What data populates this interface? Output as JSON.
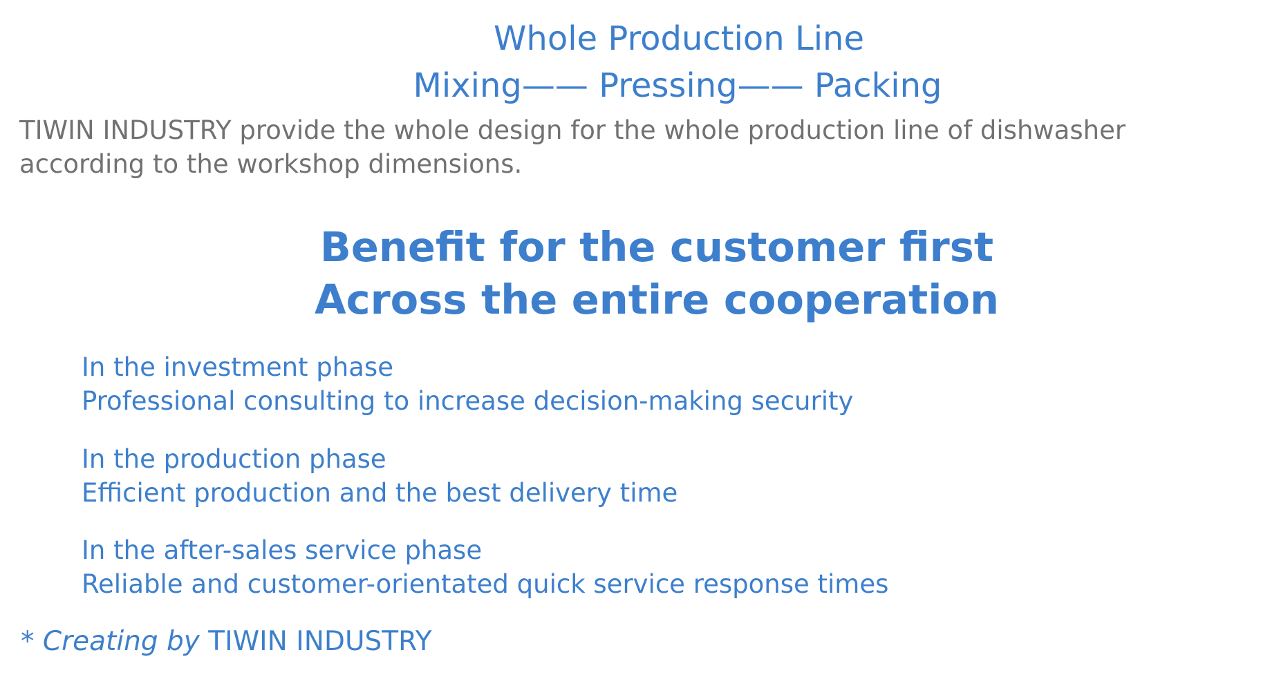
{
  "header": {
    "title": "Whole Production Line",
    "subtitle": "Mixing—— Pressing—— Packing"
  },
  "intro": {
    "text": "TIWIN INDUSTRY provide the whole design for the whole production line of dishwasher according to the workshop dimensions."
  },
  "benefit": {
    "line1": "Benefit for the customer first",
    "line2": "Across the entire cooperation"
  },
  "phases": [
    {
      "heading": "In the investment phase",
      "description": "Professional consulting to increase decision-making security"
    },
    {
      "heading": "In the production phase",
      "description": "Efficient production and the best delivery time"
    },
    {
      "heading": "In the after-sales service phase",
      "description": "Reliable and customer-orientated quick service response times"
    }
  ],
  "footer": {
    "prefix": "* Creating by",
    "company": "TIWIN INDUSTRY"
  },
  "colors": {
    "accent": "#3d7fcc",
    "body_text": "#717171",
    "background": "#ffffff"
  }
}
